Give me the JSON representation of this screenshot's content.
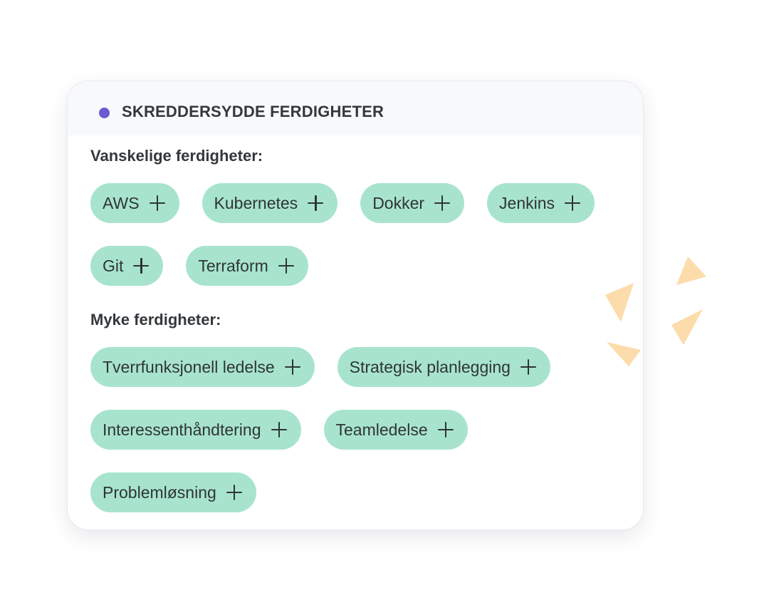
{
  "card": {
    "title": "SKREDDERSYDDE FERDIGHETER",
    "accent_color": "#6b5bd0"
  },
  "hard_skills": {
    "title": "Vanskelige ferdigheter:",
    "rows": [
      [
        {
          "label": "AWS"
        },
        {
          "label": "Kubernetes"
        },
        {
          "label": "Dokker"
        },
        {
          "label": "Jenkins"
        }
      ],
      [
        {
          "label": "Git"
        },
        {
          "label": "Terraform"
        }
      ]
    ]
  },
  "soft_skills": {
    "title": "Myke ferdigheter:",
    "rows": [
      [
        {
          "label": "Tverrfunksjonell ledelse"
        },
        {
          "label": "Strategisk planlegging"
        }
      ],
      [
        {
          "label": "Interessenthåndtering"
        },
        {
          "label": "Teamledelse"
        }
      ],
      [
        {
          "label": "Problemløsning"
        }
      ]
    ]
  },
  "chip_icon": "plus-icon",
  "chip_color": "#a8e4cd",
  "confetti_color": "#fcdcab"
}
